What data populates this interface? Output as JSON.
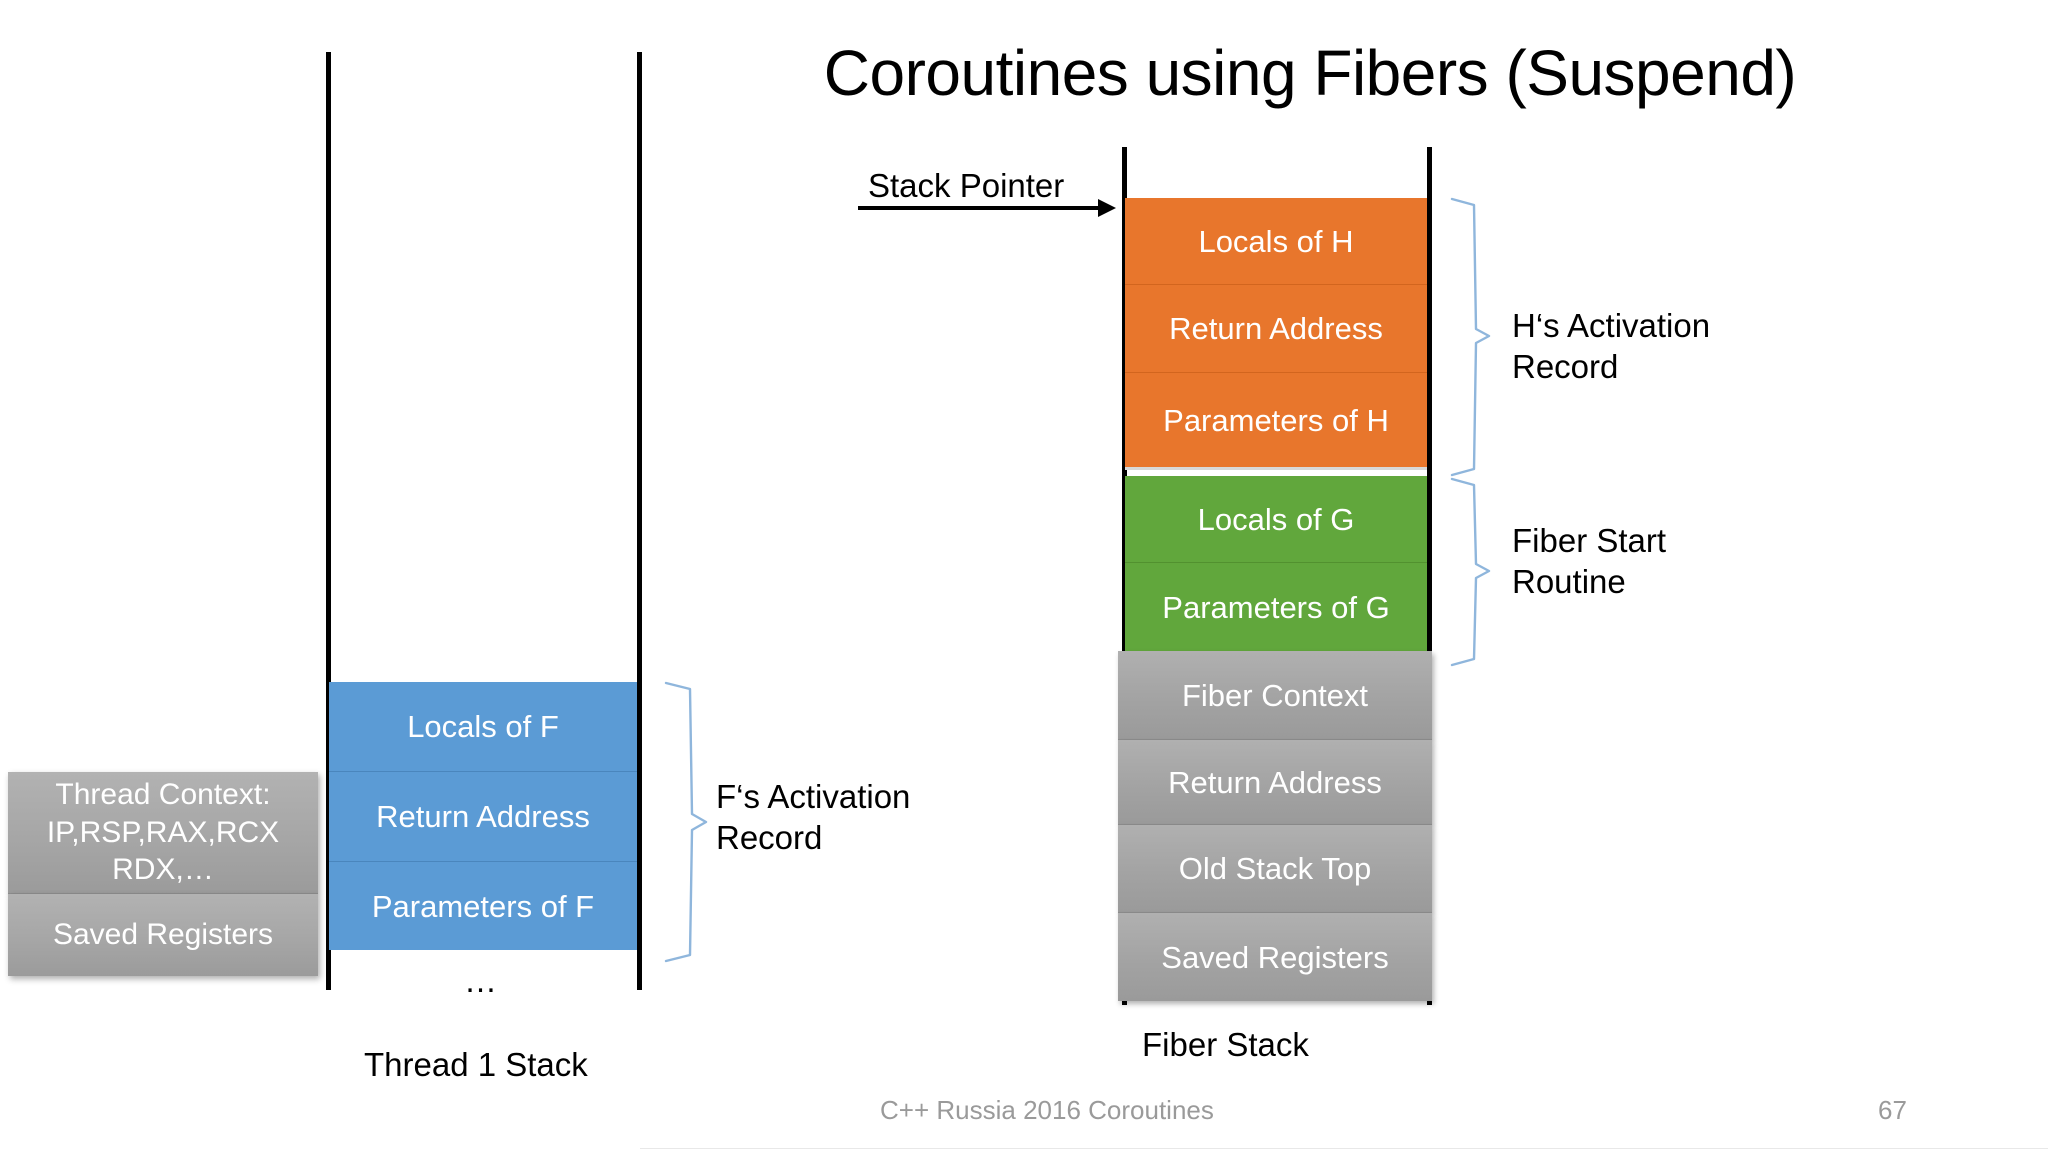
{
  "slide": {
    "title": "Coroutines using Fibers (Suspend)",
    "number": "67",
    "footer_text": "C++ Russia 2016 Coroutines"
  },
  "colors": {
    "blue": "#5B9BD5",
    "orange": "#E8762C",
    "green": "#61A73C",
    "gray": "#A5A5A5",
    "brace": "#8FB6DC",
    "rail": "#000000"
  },
  "thread_context": {
    "header": "Thread Context:",
    "registers_line1": "IP,RSP,RAX,RCX",
    "registers_line2": "RDX,…",
    "saved_registers": "Saved Registers"
  },
  "thread_stack": {
    "caption": "Thread 1 Stack",
    "ellipsis": "…",
    "cells": [
      {
        "label": "Locals of F",
        "color": "blue"
      },
      {
        "label": "Return Address",
        "color": "blue"
      },
      {
        "label": "Parameters of F",
        "color": "blue"
      }
    ],
    "annotation": {
      "line1": "F‘s Activation",
      "line2": "Record"
    }
  },
  "fiber_stack": {
    "caption": "Fiber Stack",
    "stack_pointer_label": "Stack Pointer",
    "cells": [
      {
        "label": "Locals of H",
        "color": "orange"
      },
      {
        "label": "Return Address",
        "color": "orange"
      },
      {
        "label": "Parameters of H",
        "color": "orange"
      },
      {
        "label": "Locals of G",
        "color": "green"
      },
      {
        "label": "Parameters of G",
        "color": "green"
      },
      {
        "label": "Fiber Context",
        "color": "gray"
      },
      {
        "label": "Return Address",
        "color": "gray"
      },
      {
        "label": "Old Stack Top",
        "color": "gray"
      },
      {
        "label": "Saved Registers",
        "color": "gray"
      }
    ],
    "annotations": [
      {
        "line1": "H‘s Activation",
        "line2": "Record"
      },
      {
        "line1": "Fiber Start",
        "line2": "Routine"
      }
    ]
  }
}
